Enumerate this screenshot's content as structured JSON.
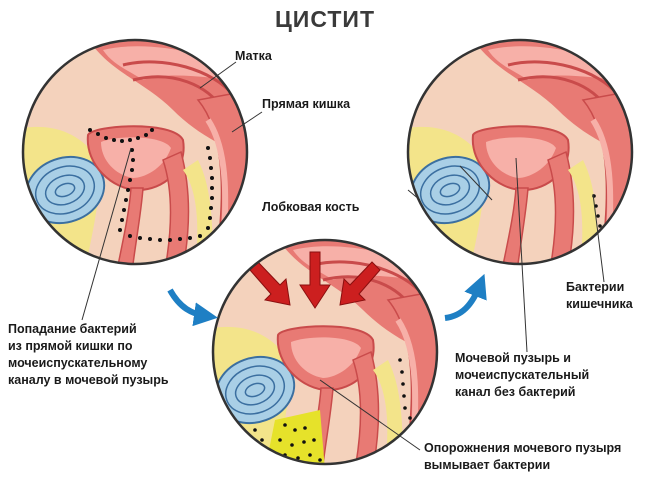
{
  "title": "ЦИСТИТ",
  "labels": {
    "uterus": "Матка",
    "rectum": "Прямая кишка",
    "pubic_bone": "Лобковая кость",
    "entry": [
      "Попадание бактерий",
      "из прямой кишки по",
      "мочеиспускательному",
      "каналу в мочевой пузырь"
    ],
    "intestinal": [
      "Бактерии",
      "кишечника"
    ],
    "clean_bladder": [
      "Мочевой пузырь и",
      "мочеиспускательный",
      "канал без бактерий"
    ],
    "flush": [
      "Опорожнения мочевого пузыря",
      "вымывает бактерии"
    ]
  },
  "colors": {
    "skin": "#f4d2bc",
    "tissue": "#e87a74",
    "tissue_dark": "#c94b4b",
    "tissue_light": "#f7b0a8",
    "fat": "#f3e48a",
    "bone": "#a9cfe6",
    "bone_line": "#3b6fa0",
    "arrow_red": "#cc1f1f",
    "arrow_blue": "#1e7fc4",
    "urine": "#e6e22a"
  }
}
